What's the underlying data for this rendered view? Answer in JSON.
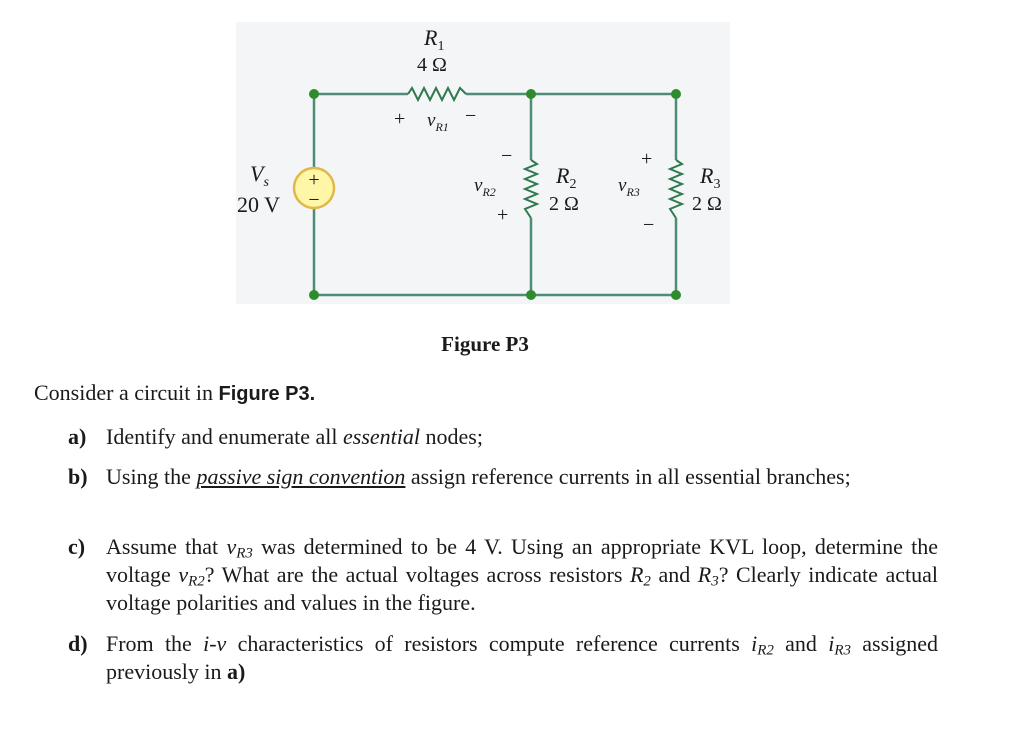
{
  "figure": {
    "caption": "Figure P3",
    "source": {
      "name": "V",
      "sub": "s",
      "value": "20 V",
      "plus": "+",
      "minus": "−"
    },
    "r1": {
      "name": "R",
      "sub": "1",
      "value": "4 Ω",
      "vname": "v",
      "vsub": "R1",
      "plus": "+",
      "minus": "−"
    },
    "r2": {
      "name": "R",
      "sub": "2",
      "value": "2 Ω",
      "vname": "v",
      "vsub": "R2",
      "plus": "+",
      "minus": "−"
    },
    "r3": {
      "name": "R",
      "sub": "3",
      "value": "2 Ω",
      "vname": "v",
      "vsub": "R3",
      "plus": "+",
      "minus": "−"
    },
    "colors": {
      "wire": "#4e8c78",
      "node": "#2e8b2e",
      "source_fill": "#fff6a8",
      "source_ring": "#e0b84a",
      "panel": "#f4f5f7"
    }
  },
  "problem": {
    "intro": "Consider a circuit in",
    "intro_ref": "Figure P3.",
    "a": {
      "label": "a)",
      "t1": "Identify and enumerate all",
      "t2": "essential",
      "t3": "nodes;"
    },
    "b": {
      "label": "b)",
      "t1": "Using the",
      "t2": "passive sign convention",
      "t3": "assign reference currents in all essential branches;"
    },
    "c": {
      "label": "c)",
      "t1": "Assume that",
      "v1": "v",
      "v1sub": "R3",
      "t2": "was determined to be 4 V. Using an appropriate KVL loop, determine the voltage",
      "v2": "v",
      "v2sub": "R2",
      "t3": "? What are the actual voltages across resistors",
      "r2": "R",
      "r2sub": "2",
      "t4": "and",
      "r3": "R",
      "r3sub": "3",
      "t5": "? Clearly indicate actual voltage polarities and values in the figure."
    },
    "d": {
      "label": "d)",
      "t1": "From the",
      "t2": "i-v",
      "t3": "characteristics of resistors compute reference currents",
      "i1": "i",
      "i1sub": "R2",
      "t4": "and",
      "i2": "i",
      "i2sub": "R3",
      "t5": "assigned previously in",
      "t6": "a)"
    }
  }
}
